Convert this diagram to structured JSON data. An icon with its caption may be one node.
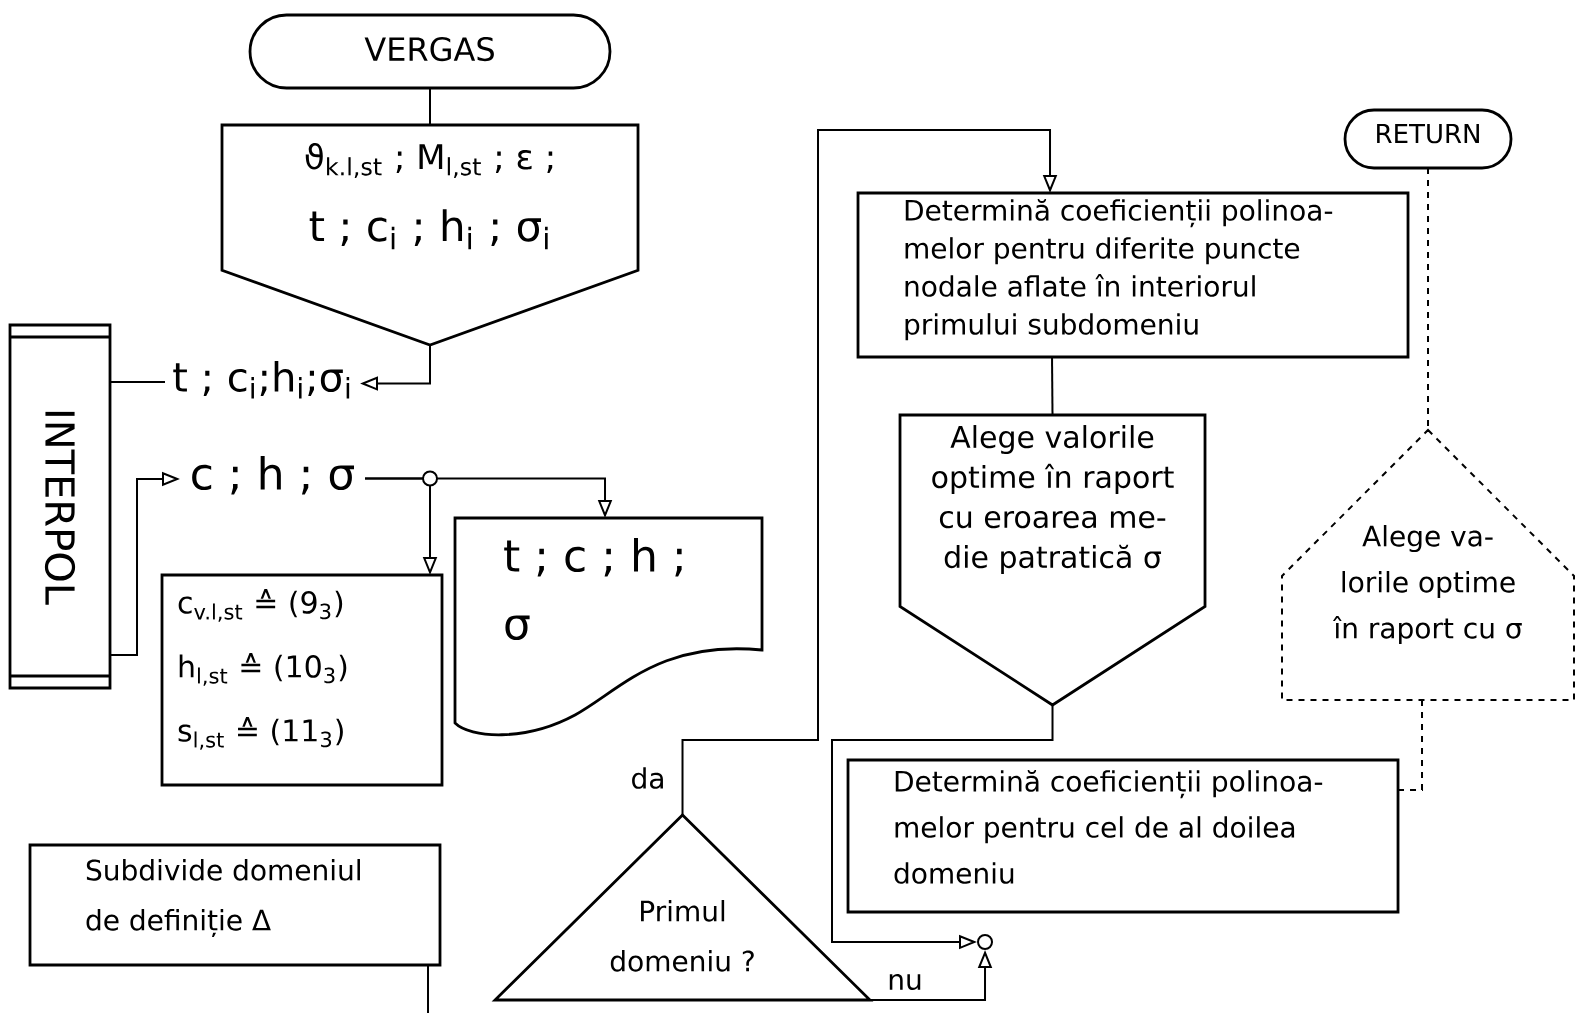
{
  "diagram": {
    "nodes": [
      {
        "text": [
          "VERGAS"
        ]
      },
      {
        "text": [
          "ϑ$_{k.l,st}$ ; M$_{l,st}$ ; ε ;",
          "t ; c$_{i}$ ; h$_{i}$ ; σ$_{i}$"
        ]
      },
      {
        "text": [
          "INTERPOL"
        ]
      },
      {
        "text": [
          "t ; c$_{i}$;h$_{i}$;σ$_{i}$"
        ]
      },
      {
        "text": [
          "c ; h ; σ"
        ]
      },
      {
        "text": [
          "c$_{v.l,st}$ ≙ (9$_{3}$)",
          "h$_{l,st}$ ≙ (10$_{3}$)",
          "s$_{l,st}$ ≙ (11$_{3}$)"
        ]
      },
      {
        "text": [
          "t ; c ; h ; σ"
        ]
      },
      {
        "text": [
          "Subdivide domeniul de definiție Δ"
        ]
      },
      {
        "text": [
          "Primul domeniu ?"
        ]
      },
      {
        "text": [
          "Determină coeficienții polinoa- melor pentru diferite puncte nodale aflate în interiorul primului subdomeniu"
        ]
      },
      {
        "text": [
          "Alege valorile optime în raport cu eroarea me- die patratică σ"
        ]
      },
      {
        "text": [
          "Determină coeficienții polinoa- melor pentru cel de al doilea domeniu"
        ]
      },
      {
        "text": [
          "RETURN"
        ]
      },
      {
        "text": [
          "Alege va- lorile optime în raport cu σ"
        ]
      },
      {
        "text": [],
        "shape": "circle"
      }
    ],
    "edges": [
      {
        "from": 0,
        "to": 1,
        "arrow": "none"
      },
      {
        "from": 1,
        "to": 3,
        "arrow": "to"
      },
      {
        "from": 2,
        "to": 3,
        "arrow": "none"
      },
      {
        "from": 2,
        "to": 4,
        "arrow": "to"
      },
      {
        "from": 4,
        "to": 5,
        "arrow": "to"
      },
      {
        "from": 4,
        "to": 6,
        "arrow": "to"
      },
      {
        "from": 7,
        "to": null,
        "arrow": "none"
      },
      {
        "from": 8,
        "to": 9,
        "arrow": "to",
        "label": "da"
      },
      {
        "from": 8,
        "to": 14,
        "arrow": "to",
        "label": "nu"
      },
      {
        "from": 9,
        "to": 10,
        "arrow": "none"
      },
      {
        "from": 10,
        "to": 14,
        "arrow": "to"
      },
      {
        "from": 12,
        "to": 13,
        "arrow": "none",
        "style": "dashed"
      },
      {
        "from": 13,
        "to": 11,
        "arrow": "none",
        "style": "dashed"
      }
    ]
  }
}
